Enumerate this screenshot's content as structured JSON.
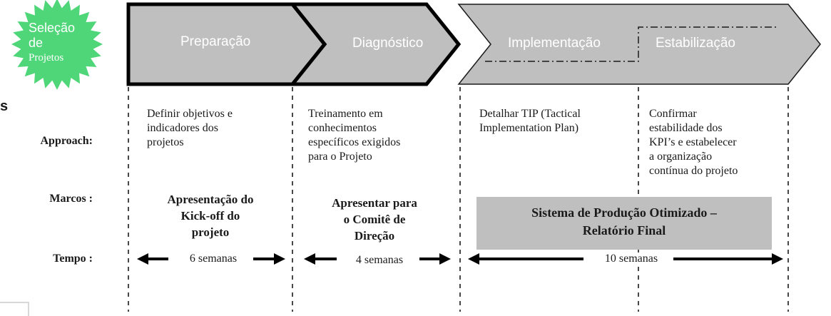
{
  "badge": {
    "line1": "Seleção",
    "line2": "de",
    "line3": "Projetos"
  },
  "phases": [
    {
      "name": "Preparação"
    },
    {
      "name": "Diagnóstico"
    },
    {
      "name": "Implementação"
    },
    {
      "name": "Estabilização"
    }
  ],
  "rows": {
    "approach": "Approach:",
    "marcos": "Marcos :",
    "tempo": "Tempo :"
  },
  "approach": [
    [
      "Definir objetivos e",
      "indicadores dos",
      "projetos"
    ],
    [
      "Treinamento em",
      "conhecimentos",
      "específicos exigidos",
      "para o Projeto"
    ],
    [
      "Detalhar TIP (Tactical",
      "Implementation Plan)"
    ],
    [
      "Confirmar",
      "estabilidade dos",
      "KPI’s e estabelecer",
      "a organização",
      "contínua do projeto"
    ]
  ],
  "milestones": [
    [
      "Apresentação do",
      "Kick-off do",
      "projeto"
    ],
    [
      "Apresentar para",
      "o Comitê de",
      "Direção"
    ]
  ],
  "result": [
    "Sistema de Produção Otimizado –",
    "Relatório Final"
  ],
  "durations": [
    "6 semanas",
    "4 semanas",
    "10 semanas"
  ],
  "side_mark": "s",
  "colors": {
    "badge": "#4fd678",
    "chevron": "#bfbfbf",
    "result_box": "#bfbfbf"
  }
}
